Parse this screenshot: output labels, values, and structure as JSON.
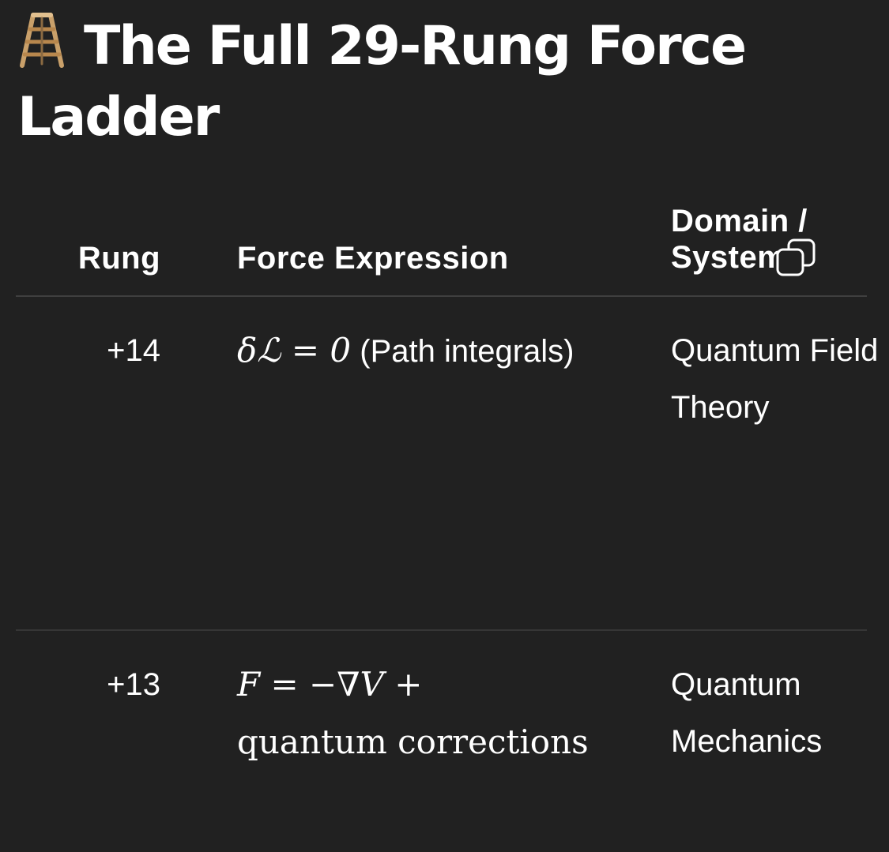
{
  "title": {
    "icon": "ladder-icon",
    "text": "The Full 29-Rung Force Ladder"
  },
  "table": {
    "headers": {
      "rung": "Rung",
      "force": "Force Expression",
      "domain": "Domain / System"
    },
    "copy_icon": "copy-icon",
    "rows": [
      {
        "rung": "+14",
        "force_math": "δℒ = 0",
        "force_text": " (Path integrals)",
        "domain": "Quantum Field Theory"
      },
      {
        "rung": "+13",
        "force_math": "F = −∇V +",
        "force_text": "quantum corrections",
        "domain": "Quantum Mechanics"
      }
    ]
  },
  "colors": {
    "background": "#212121",
    "text": "#ffffff",
    "divider": "#3f3f3f"
  }
}
